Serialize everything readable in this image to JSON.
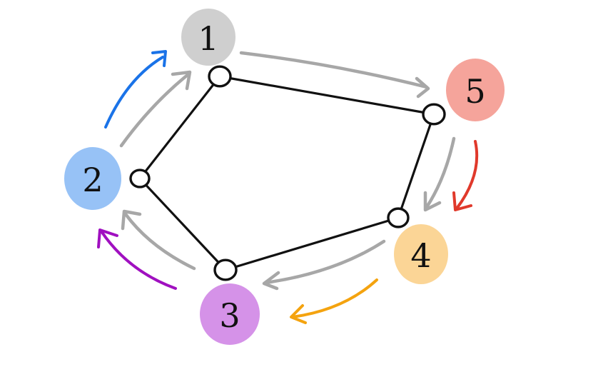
{
  "diagram": {
    "nodes": [
      {
        "id": "1",
        "label": "1",
        "color": "#cfcfcf"
      },
      {
        "id": "2",
        "label": "2",
        "color": "#97c2f6"
      },
      {
        "id": "3",
        "label": "3",
        "color": "#d592e8"
      },
      {
        "id": "4",
        "label": "4",
        "color": "#fbd596"
      },
      {
        "id": "5",
        "label": "5",
        "color": "#f5a49b"
      }
    ],
    "edges": [
      {
        "from": "1",
        "to": "5"
      },
      {
        "from": "5",
        "to": "4"
      },
      {
        "from": "4",
        "to": "3"
      },
      {
        "from": "3",
        "to": "2"
      },
      {
        "from": "2",
        "to": "1"
      }
    ],
    "gray_arrows": [
      {
        "from": "1",
        "to": "5"
      },
      {
        "from": "5",
        "to": "4"
      },
      {
        "from": "4",
        "to": "3"
      },
      {
        "from": "3",
        "to": "2"
      },
      {
        "from": "2",
        "to": "1"
      }
    ],
    "colored_arrows": [
      {
        "from": "2",
        "to": "1",
        "color": "#1a73e8"
      },
      {
        "from": "5",
        "to": "4",
        "color": "#e0392b"
      },
      {
        "from": "4",
        "to": "3",
        "color": "#f4a30f"
      },
      {
        "from": "3",
        "to": "2",
        "color": "#a010c0"
      }
    ]
  }
}
